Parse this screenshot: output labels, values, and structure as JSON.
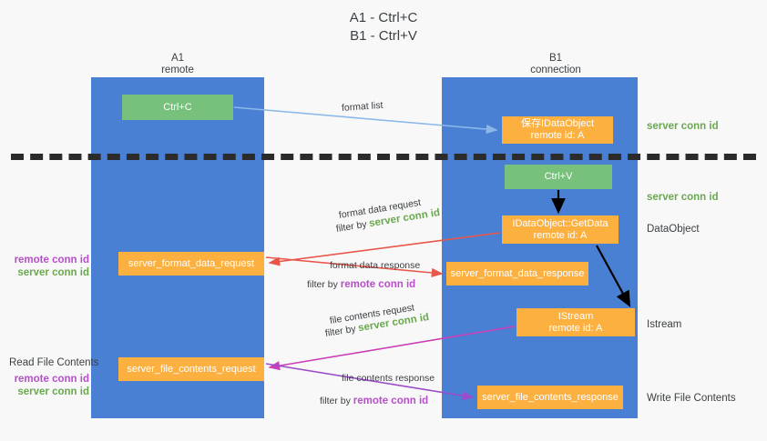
{
  "title": "A1 - Ctrl+C\nB1 - Ctrl+V",
  "columns": {
    "left": {
      "name": "A1",
      "role": "remote",
      "label": "A1\nremote"
    },
    "right": {
      "name": "B1",
      "role": "connection",
      "label": "B1\nconnection"
    }
  },
  "colors": {
    "lane": "#4a80d4",
    "green_box": "#78c17c",
    "orange_box": "#fbb040",
    "server_conn": "#6aa84f",
    "remote_conn": "#b84ecb",
    "divider": "#2b2b2b",
    "arrow_blue": "#8ab8e8",
    "arrow_red": "#e8564a",
    "arrow_magenta": "#cc3fb5",
    "arrow_purple": "#9b4dca",
    "arrow_black": "#000000",
    "background": "#f8f8f8"
  },
  "nodes": {
    "ctrl_c": "Ctrl+C",
    "save_idataobject": "保存IDataObject\nremote id: A",
    "ctrl_v": "Ctrl+V",
    "idataobject_getdata": "IDataObject::GetData\nremote id: A",
    "server_format_data_request": "server_format_data_request",
    "server_format_data_response": "server_format_data_response",
    "istream": "IStream\nremote id: A",
    "server_file_contents_request": "server_file_contents_request",
    "server_file_contents_response": "server_file_contents_response"
  },
  "side_labels": {
    "dataobject": "DataObject",
    "istream": "Istream",
    "write_file_contents": "Write File Contents",
    "read_file_contents": "Read File Contents"
  },
  "conn_ids": {
    "server": "server conn id",
    "remote": "remote conn id"
  },
  "edge_labels": {
    "format_list": "format list",
    "format_data_request": "format data request",
    "format_data_response": "format data response",
    "file_contents_request": "file contents request",
    "file_contents_response": "file contents response",
    "filter_by": "filter by"
  }
}
